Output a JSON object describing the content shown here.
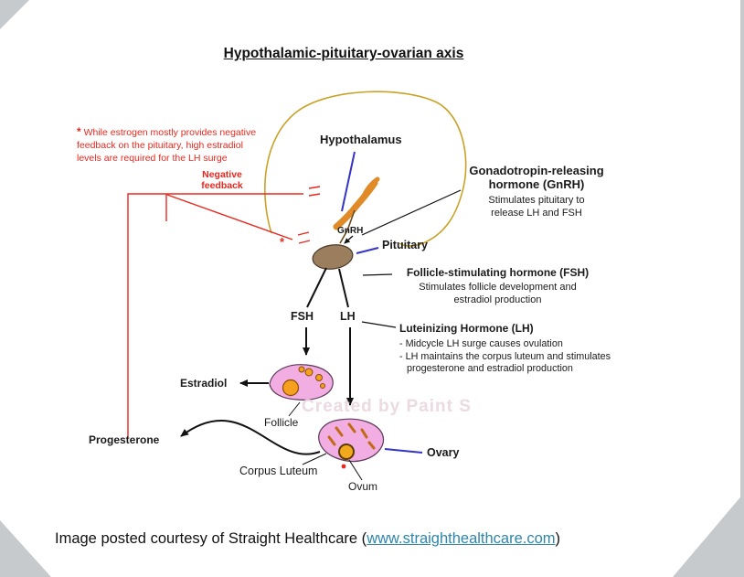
{
  "slide": {
    "title": "Hypothalamic-pituitary-ovarian axis",
    "watermark": "Created by Paint S",
    "caption": {
      "prefix": "Image posted courtesy of Straight Healthcare (",
      "link_text": "www.straighthealthcare.com",
      "suffix": ")"
    }
  },
  "note": {
    "asterisk": "*",
    "text": " While estrogen mostly provides negative feedback on the pituitary, high estradiol levels are required for the LH surge"
  },
  "labels": {
    "negative_feedback": "Negative feedback",
    "hypothalamus": "Hypothalamus",
    "gnrh": "GnRH",
    "pituitary": "Pituitary",
    "fsh": "FSH",
    "lh": "LH",
    "estradiol": "Estradiol",
    "follicle": "Follicle",
    "progesterone": "Progesterone",
    "corpus_luteum": "Corpus Luteum",
    "ovum": "Ovum",
    "ovary": "Ovary",
    "pituitary_asterisk": "*"
  },
  "annotations": {
    "gnrh": {
      "title": "Gonadotropin-releasing hormone (GnRH)",
      "desc": "Stimulates pituitary to release LH and FSH"
    },
    "fsh": {
      "title": "Follicle-stimulating hormone (FSH)",
      "desc": "Stimulates follicle development and estradiol production"
    },
    "lh": {
      "title": "Luteinizing Hormone (LH)",
      "desc_lines": [
        "- Midcycle LH surge causes ovulation",
        "- LH maintains the corpus luteum and stimulates",
        "progesterone and estradiol production"
      ]
    }
  },
  "colors": {
    "feedback_red": "#e8281e",
    "pointer_blue": "#3434c8",
    "link_blue": "#2e86ab",
    "brain_outline_gold": "#c9a227",
    "hypothalamus_orange": "#e08a28",
    "pituitary_brown": "#9b7e5e",
    "follicle_pink": "#f2aee2",
    "ovum_yellow": "#f0a81c",
    "corner_gray": "#c6cacd"
  }
}
